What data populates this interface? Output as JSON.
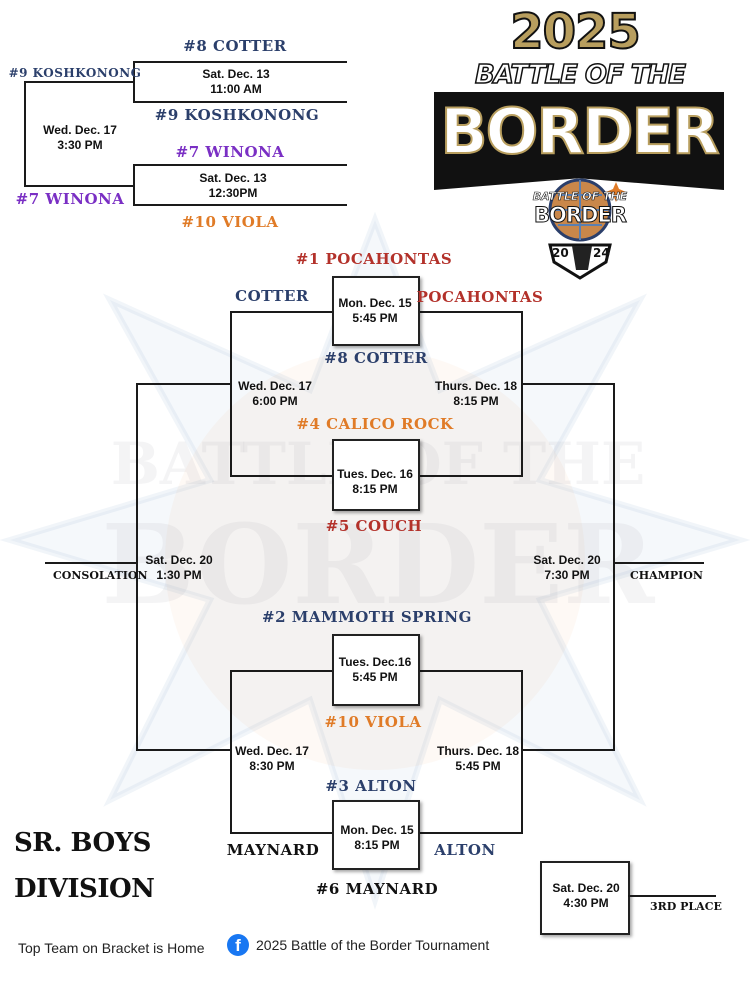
{
  "colors": {
    "navy": "#2b3f6b",
    "purple": "#7a2fc4",
    "orange": "#e07b27",
    "red": "#b3312a",
    "gold": "#b89e5e",
    "black": "#111111"
  },
  "logo": {
    "year": "2025",
    "line1": "BATTLE OF THE",
    "line2": "BORDER",
    "badge_top": "BATTLE OF THE",
    "badge_bottom": "BORDER",
    "badge_year_left": "20",
    "badge_year_right": "24"
  },
  "watermark": {
    "line1": "BATTLE OF THE",
    "line2": "BORDER"
  },
  "play_in": {
    "cotter_seed": "#8 COTTER",
    "koshkonong_left": "#9 KOSHKONONG",
    "game1_date": "Sat. Dec. 13",
    "game1_time": "11:00 AM",
    "koshkonong_below": "#9 KOSHKONONG",
    "winona_seed": "#7 WINONA",
    "winona_left": "#7 WINONA",
    "game2_date": "Sat. Dec. 13",
    "game2_time": "12:30PM",
    "viola_seed": "#10 VIOLA",
    "final_date": "Wed. Dec. 17",
    "final_time": "3:30 PM"
  },
  "bracket": {
    "seed1": "#1 POCAHONTAS",
    "cotter_left": "COTTER",
    "pocahontas_right": "POCAHONTAS",
    "m1_date": "Mon. Dec. 15",
    "m1_time": "5:45 PM",
    "seed8": "#8 COTTER",
    "ul_date": "Wed. Dec. 17",
    "ul_time": "6:00 PM",
    "ur_date": "Thurs. Dec. 18",
    "ur_time": "8:15 PM",
    "seed4": "#4 CALICO ROCK",
    "m2_date": "Tues. Dec. 16",
    "m2_time": "8:15 PM",
    "seed5": "#5 COUCH",
    "consolation": "CONSOLATION",
    "cons_date": "Sat. Dec. 20",
    "cons_time": "1:30 PM",
    "champ_date": "Sat. Dec. 20",
    "champ_time": "7:30 PM",
    "champion": "CHAMPION",
    "seed2": "#2 MAMMOTH SPRING",
    "m3_date": "Tues. Dec.16",
    "m3_time": "5:45 PM",
    "seed10": "#10 VIOLA",
    "ll_date": "Wed. Dec. 17",
    "ll_time": "8:30 PM",
    "lr_date": "Thurs. Dec. 18",
    "lr_time": "5:45 PM",
    "seed3": "#3 ALTON",
    "maynard_left": "MAYNARD",
    "m4_date": "Mon. Dec. 15",
    "m4_time": "8:15 PM",
    "alton_right": "ALTON",
    "seed6": "#6 MAYNARD",
    "third_date": "Sat. Dec. 20",
    "third_time": "4:30 PM",
    "third_place": "3RD PLACE"
  },
  "division": {
    "line1": "SR. BOYS",
    "line2": "DIVISION"
  },
  "footer": {
    "home_note": "Top Team on Bracket is Home",
    "facebook_label": "2025 Battle of the Border Tournament",
    "facebook_icon": "facebook-icon"
  }
}
